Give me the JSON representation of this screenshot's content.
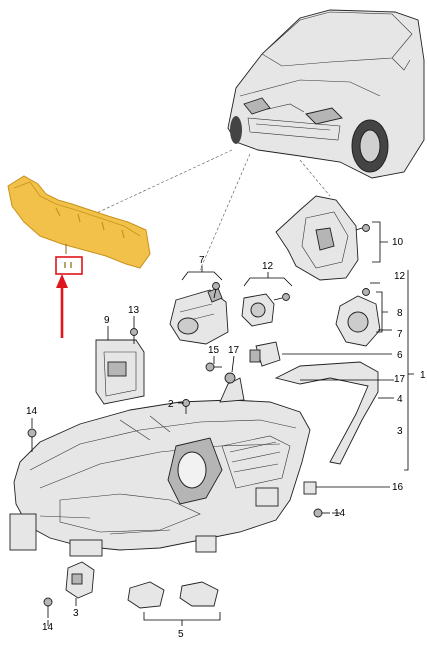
{
  "colors": {
    "highlight_part": "#f2c14a",
    "highlight_part_edge": "#c8921c",
    "arrow": "#e0141c",
    "marker_box": "#e0141c",
    "line": "#000000"
  },
  "callouts": {
    "c1": "1",
    "c2": "2",
    "c3a": "3",
    "c3b": "3",
    "c4": "4",
    "c5": "5",
    "c6": "6",
    "c7a": "7",
    "c7b": "7",
    "c8": "8",
    "c9": "9",
    "c10": "10",
    "c12a": "12",
    "c12b": "12",
    "c13": "13",
    "c14a": "14",
    "c14b": "14",
    "c14c": "14",
    "c15": "15",
    "c16": "16",
    "c17a": "17",
    "c17b": "17"
  },
  "icons": [
    "car-icon",
    "bracket-icon",
    "arrow-up-icon",
    "headlight-icon",
    "screw-icon"
  ]
}
